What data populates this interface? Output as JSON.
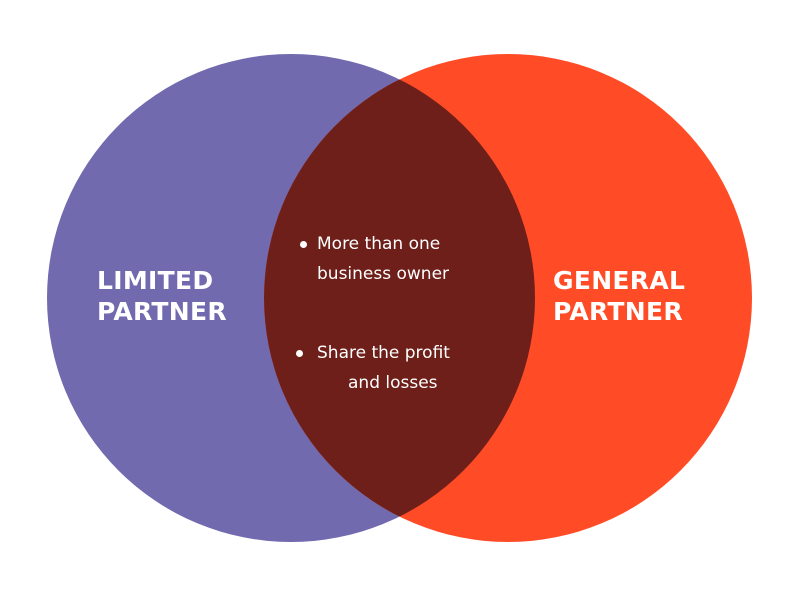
{
  "colors": {
    "left_set": "#716AAF",
    "right_set": "#FF4C26",
    "overlap": "#6E1F1A",
    "text": "#FFFFFF"
  },
  "sets": {
    "left": {
      "label_line1": "LIMITED",
      "label_line2": "PARTNER"
    },
    "right": {
      "label_line1": "GENERAL",
      "label_line2": "PARTNER"
    }
  },
  "overlap": {
    "items": [
      {
        "line1": "More than one",
        "line2": "business owner"
      },
      {
        "line1": "Share the profit",
        "line2": "and losses"
      }
    ]
  }
}
